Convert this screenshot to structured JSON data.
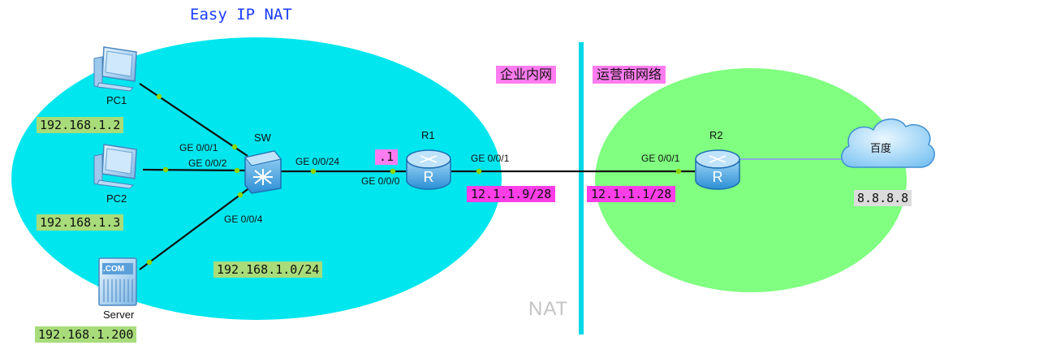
{
  "title": "Easy IP NAT",
  "zones": {
    "internal": "企业内网",
    "isp": "运营商网络"
  },
  "nat_label": "NAT",
  "devices": {
    "pc1": "PC1",
    "pc2": "PC2",
    "server": "Server",
    "server_screen": ".COM",
    "sw": "SW",
    "r1": "R1",
    "r2": "R2",
    "cloud": "百度"
  },
  "ports": {
    "sw_pc1": "GE 0/0/1",
    "sw_pc2": "GE 0/0/2",
    "sw_server": "GE 0/0/4",
    "sw_r1": "GE 0/0/24",
    "r1_lan": "GE 0/0/0",
    "r1_wan": "GE 0/0/1",
    "r2_wan": "GE 0/0/1"
  },
  "addresses": {
    "pc1": "192.168.1.2",
    "pc2": "192.168.1.3",
    "server": "192.168.1.200",
    "lan_subnet": "192.168.1.0/24",
    "r1_gateway": ".1",
    "r1_wan": "12.1.1.9/28",
    "r2_wan": "12.1.1.1/28",
    "internet": "8.8.8.8"
  },
  "colors": {
    "internal_zone": "#00e6ee",
    "isp_zone": "#80ff80",
    "divider": "#00d8e8",
    "link": "#111111",
    "port_dot": "#8fd400",
    "ip_highlight_green": "#a8dc7a",
    "ip_highlight_magenta": "#ff3ee8",
    "zone_label": "#ff7cf0",
    "title": "#1a3cff"
  }
}
